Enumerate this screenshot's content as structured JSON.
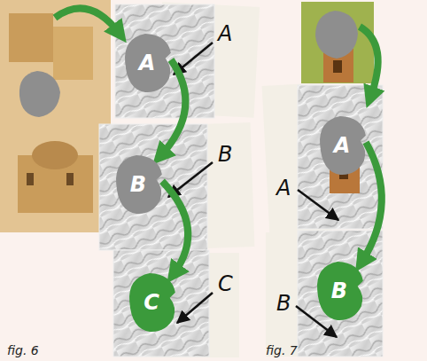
{
  "diagram": {
    "nodes": [
      {
        "text": [
          "A"
        ]
      },
      {
        "text": [
          "B"
        ]
      },
      {
        "text": [
          "C"
        ]
      },
      {
        "text": [
          "A"
        ]
      },
      {
        "text": [
          "B"
        ]
      }
    ],
    "edges": [
      {
        "from": 0,
        "to": 1,
        "arrow": "to"
      },
      {
        "from": 1,
        "to": 2,
        "arrow": "to"
      },
      {
        "from": 3,
        "to": 4,
        "arrow": "to"
      }
    ],
    "labels": [
      "A",
      "B",
      "C",
      "A",
      "B",
      "fig. 6",
      "fig. 7"
    ]
  }
}
